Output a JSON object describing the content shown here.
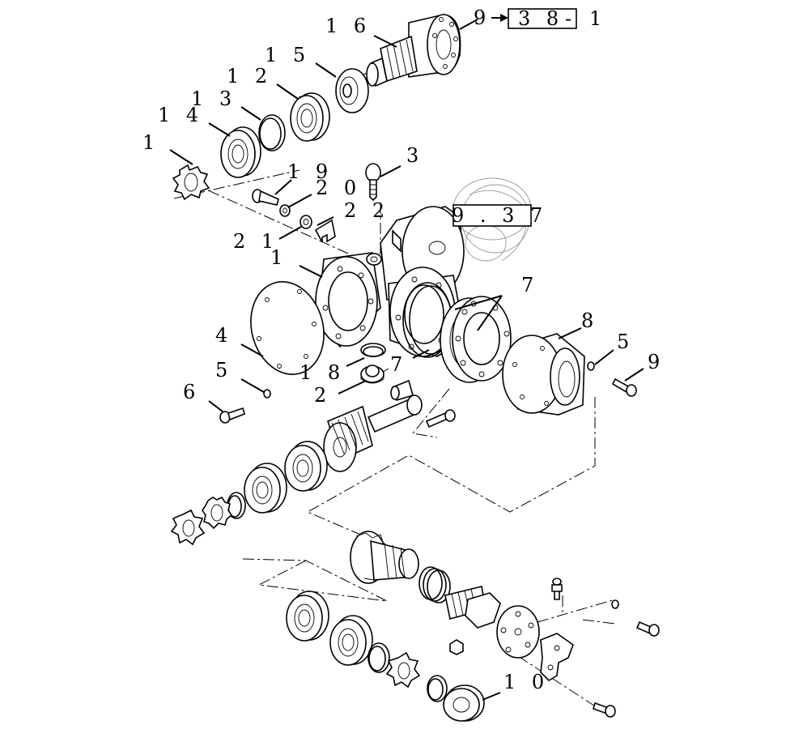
{
  "callouts": [
    {
      "id": "c16",
      "text": "1 6"
    },
    {
      "id": "c15",
      "text": "1 5"
    },
    {
      "id": "c12",
      "text": "1 2"
    },
    {
      "id": "c13",
      "text": "1 3"
    },
    {
      "id": "c14",
      "text": "1 4"
    },
    {
      "id": "c1a",
      "text": "1"
    },
    {
      "id": "c3",
      "text": "3"
    },
    {
      "id": "c19",
      "text": "1 9"
    },
    {
      "id": "c20",
      "text": "2 0"
    },
    {
      "id": "c22",
      "text": "2 2"
    },
    {
      "id": "c21",
      "text": "2 1"
    },
    {
      "id": "c1b",
      "text": "1"
    },
    {
      "id": "c7a",
      "text": "7"
    },
    {
      "id": "c8",
      "text": "8"
    },
    {
      "id": "c5a",
      "text": "5"
    },
    {
      "id": "c9",
      "text": "9"
    },
    {
      "id": "c4",
      "text": "4"
    },
    {
      "id": "c5b",
      "text": "5"
    },
    {
      "id": "c18",
      "text": "1 8"
    },
    {
      "id": "c7b",
      "text": "7"
    },
    {
      "id": "c6",
      "text": "6"
    },
    {
      "id": "c2",
      "text": "2"
    },
    {
      "id": "c10",
      "text": "1 0"
    }
  ],
  "references": [
    {
      "id": "ref1",
      "prefix": "9",
      "box": "3 8",
      "suffix": "1",
      "separator": "-"
    },
    {
      "id": "ref2",
      "box": "9 . 3 7"
    }
  ]
}
